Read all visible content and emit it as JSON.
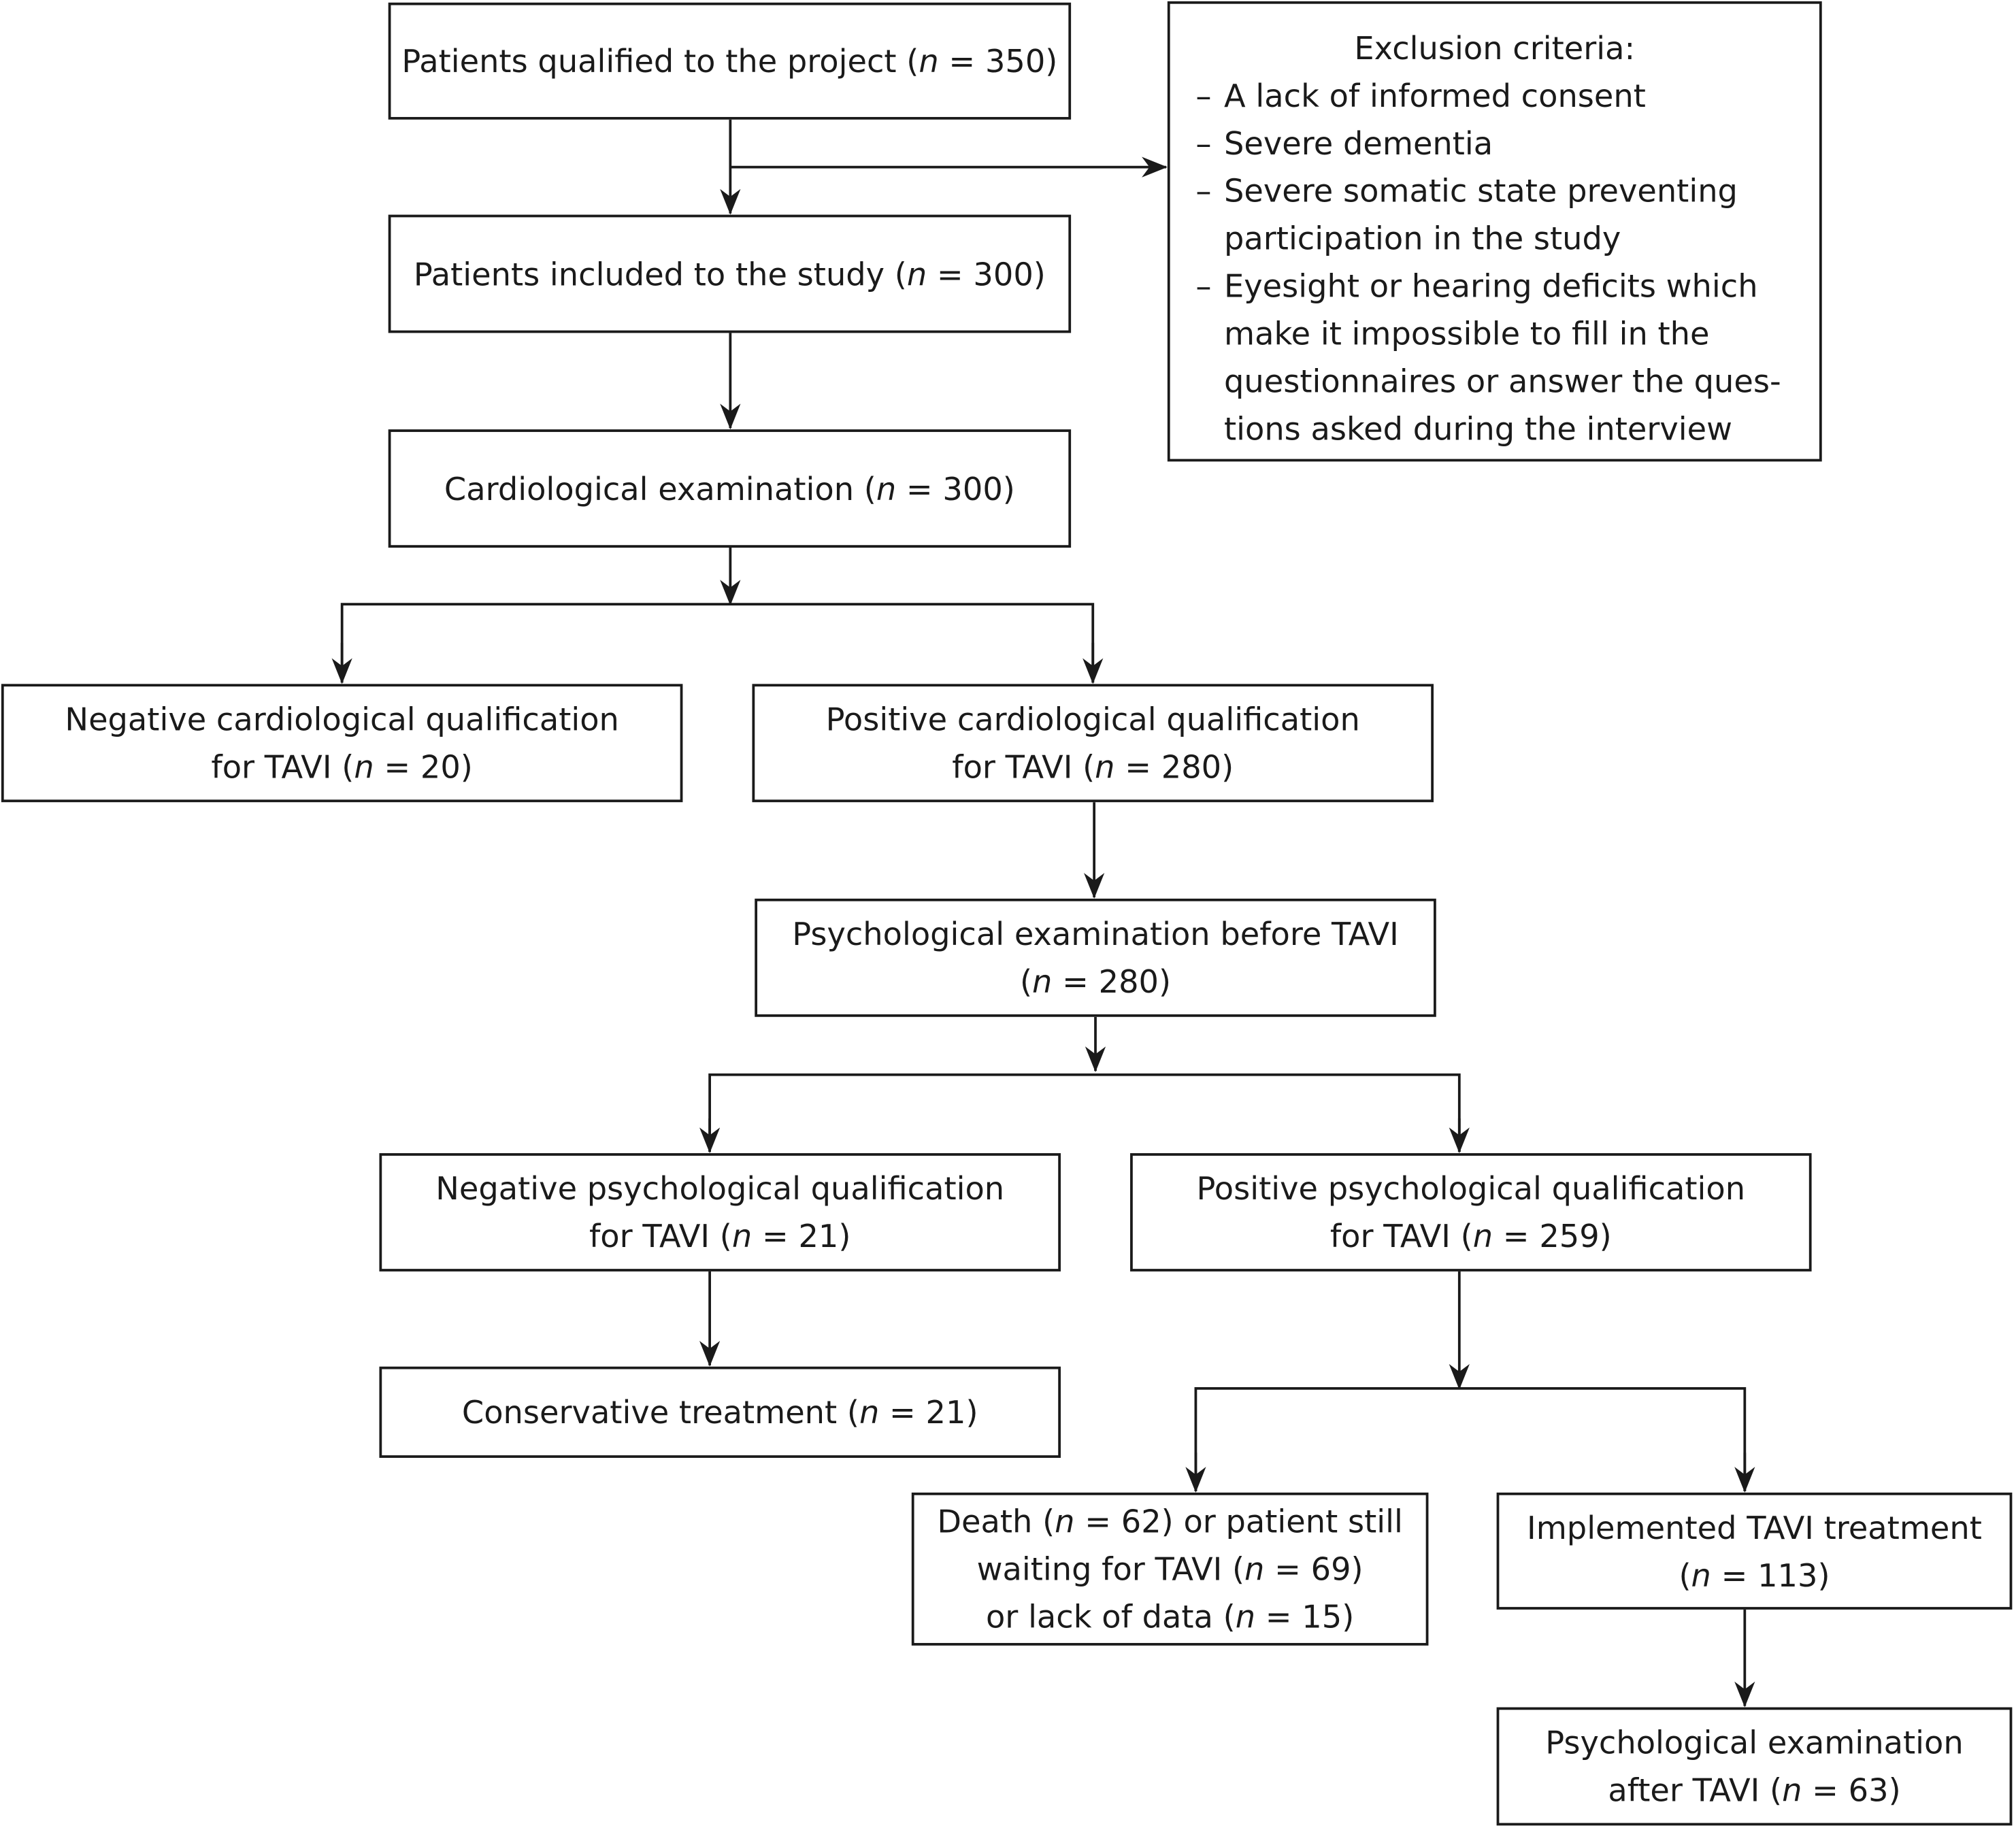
{
  "boxes": {
    "qualified": [
      "Patients qualified to the project (n = 350)"
    ],
    "included": [
      "Patients included to the study (n = 300)"
    ],
    "cardio_exam": [
      "Cardiological examination (n = 300)"
    ],
    "neg_cardio": [
      "Negative cardiological qualification",
      "for TAVI (n = 20)"
    ],
    "pos_cardio": [
      "Positive cardiological qualification",
      "for TAVI (n = 280)"
    ],
    "psych_before": [
      "Psychological examination before TAVI",
      "(n = 280)"
    ],
    "neg_psych": [
      "Negative psychological qualification",
      "for TAVI (n = 21)"
    ],
    "pos_psych": [
      "Positive psychological qualification",
      "for TAVI (n = 259)"
    ],
    "conservative": [
      "Conservative treatment (n = 21)"
    ],
    "death": [
      "Death (n = 62) or patient still",
      "waiting for TAVI (n = 69)",
      "or lack of data (n = 15)"
    ],
    "implemented": [
      "Implemented TAVI treatment",
      "(n = 113)"
    ],
    "psych_after": [
      "Psychological examination",
      "after TAVI (n = 63)"
    ]
  },
  "exclusion": {
    "title": "Exclusion criteria:",
    "dash": "–",
    "items": [
      [
        "A lack of informed consent"
      ],
      [
        "Severe dementia"
      ],
      [
        "Severe somatic state preventing",
        "participation in the study"
      ],
      [
        "Eyesight or hearing deficits which",
        "make it impossible to fill in the",
        "questionnaires or answer the ques-",
        "tions asked during the interview"
      ]
    ]
  }
}
